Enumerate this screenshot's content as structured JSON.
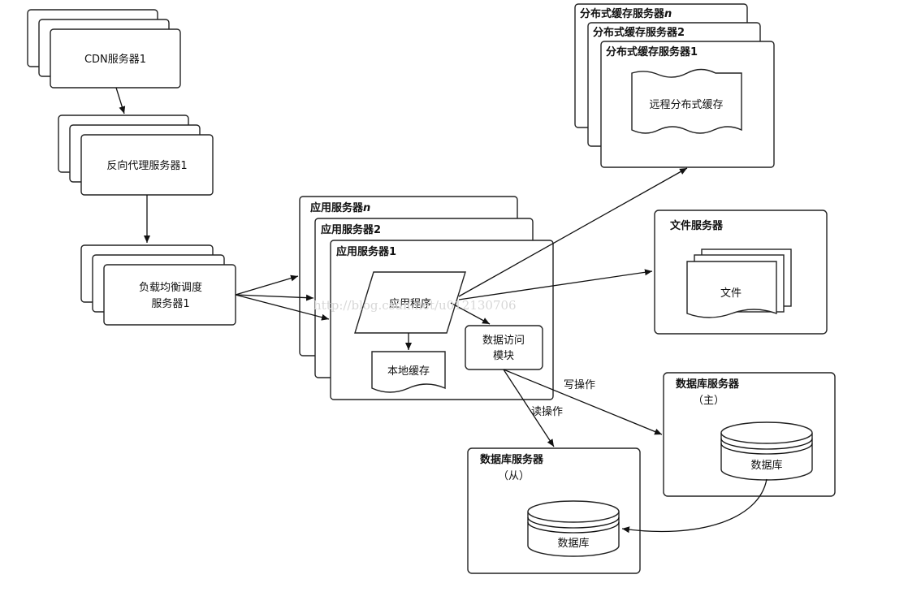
{
  "cdn": {
    "label": "CDN服务器1"
  },
  "reverse_proxy": {
    "label": "反向代理服务器1"
  },
  "load_balancer": {
    "line1": "负载均衡调度",
    "line2": "服务器1"
  },
  "app_servers": {
    "title_n": "应用服务器",
    "suffix_n": "n",
    "title_2": "应用服务器2",
    "title_1": "应用服务器1",
    "app_program": "应用程序",
    "local_cache": "本地缓存",
    "data_access_line1": "数据访问",
    "data_access_line2": "模块"
  },
  "distributed_cache": {
    "title_n": "分布式缓存服务器",
    "suffix_n": "n",
    "title_2": "分布式缓存服务器2",
    "title_1": "分布式缓存服务器1",
    "content": "远程分布式缓存"
  },
  "file_server": {
    "title": "文件服务器",
    "content": "文件"
  },
  "db_master": {
    "title": "数据库服务器",
    "subtitle": "（主）",
    "content": "数据库"
  },
  "db_slave": {
    "title": "数据库服务器",
    "subtitle": "（从）",
    "content": "数据库"
  },
  "edge_labels": {
    "write_op": "写操作",
    "read_op": "读操作"
  },
  "watermark": "http://blog.csdn.net/u012130706"
}
